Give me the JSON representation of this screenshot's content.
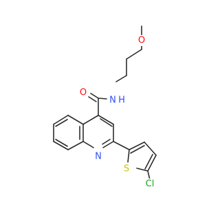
{
  "atoms": {
    "oxygen_ether": {
      "label": "O",
      "color": "#ff0d0d"
    },
    "oxygen_carbonyl": {
      "label": "O",
      "color": "#ff0d0d"
    },
    "nitrogen_amide": {
      "label": "N",
      "color": "#3050f8"
    },
    "hydrogen_amide": {
      "label": "H",
      "color": "#3050f8"
    },
    "nitrogen_quinoline": {
      "label": "N",
      "color": "#3050f8"
    },
    "sulfur": {
      "label": "S",
      "color": "#c8c800"
    },
    "chlorine": {
      "label": "Cl",
      "color": "#1fa01f"
    }
  }
}
